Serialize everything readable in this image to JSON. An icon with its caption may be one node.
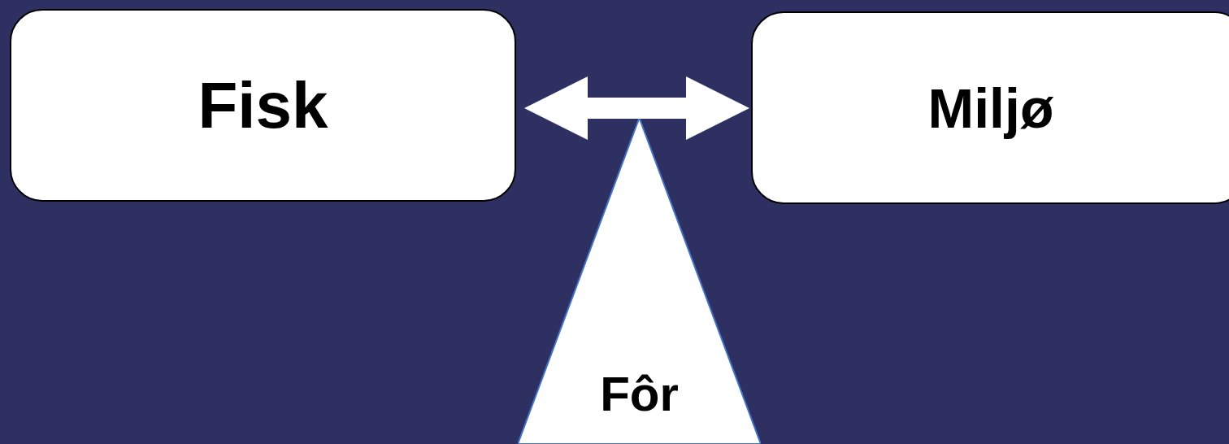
{
  "diagram": {
    "nodes": [
      {
        "text": [
          "Fisk"
        ]
      },
      {
        "text": [
          "Miljø"
        ]
      },
      {
        "text": [
          "Fôr"
        ]
      }
    ],
    "edges": [
      {
        "from": 0,
        "to": 1,
        "arrow": "both",
        "style": "thick",
        "color": "#ffffff"
      }
    ]
  }
}
